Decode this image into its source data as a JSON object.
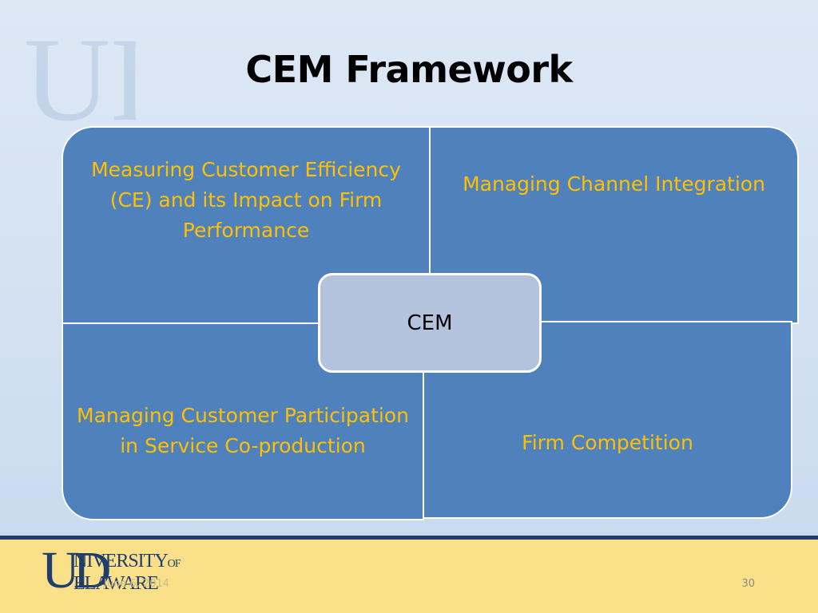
{
  "slide": {
    "title": "CEM Framework",
    "page_number": "30",
    "date": "June 6, 2014"
  },
  "quadrants": {
    "top_left": "Measuring  Customer Efficiency (CE) and its Impact on Firm Performance",
    "top_right": "Managing Channel Integration",
    "bottom_left": "Managing Customer Participation in Service Co-production",
    "bottom_right": "Firm Competition"
  },
  "center": {
    "label": "CEM"
  },
  "logo": {
    "initials": "UD",
    "line1": "NIVERSITY",
    "line1_suffix": "OF",
    "line2": "ELAWARE",
    "watermark_text": "UD"
  },
  "colors": {
    "quadrant_fill": "#4f81bd",
    "quadrant_text": "#ffc000",
    "center_fill": "#b3c3de",
    "footer_band": "#fbe08a",
    "brand_navy": "#1f3e6e"
  }
}
